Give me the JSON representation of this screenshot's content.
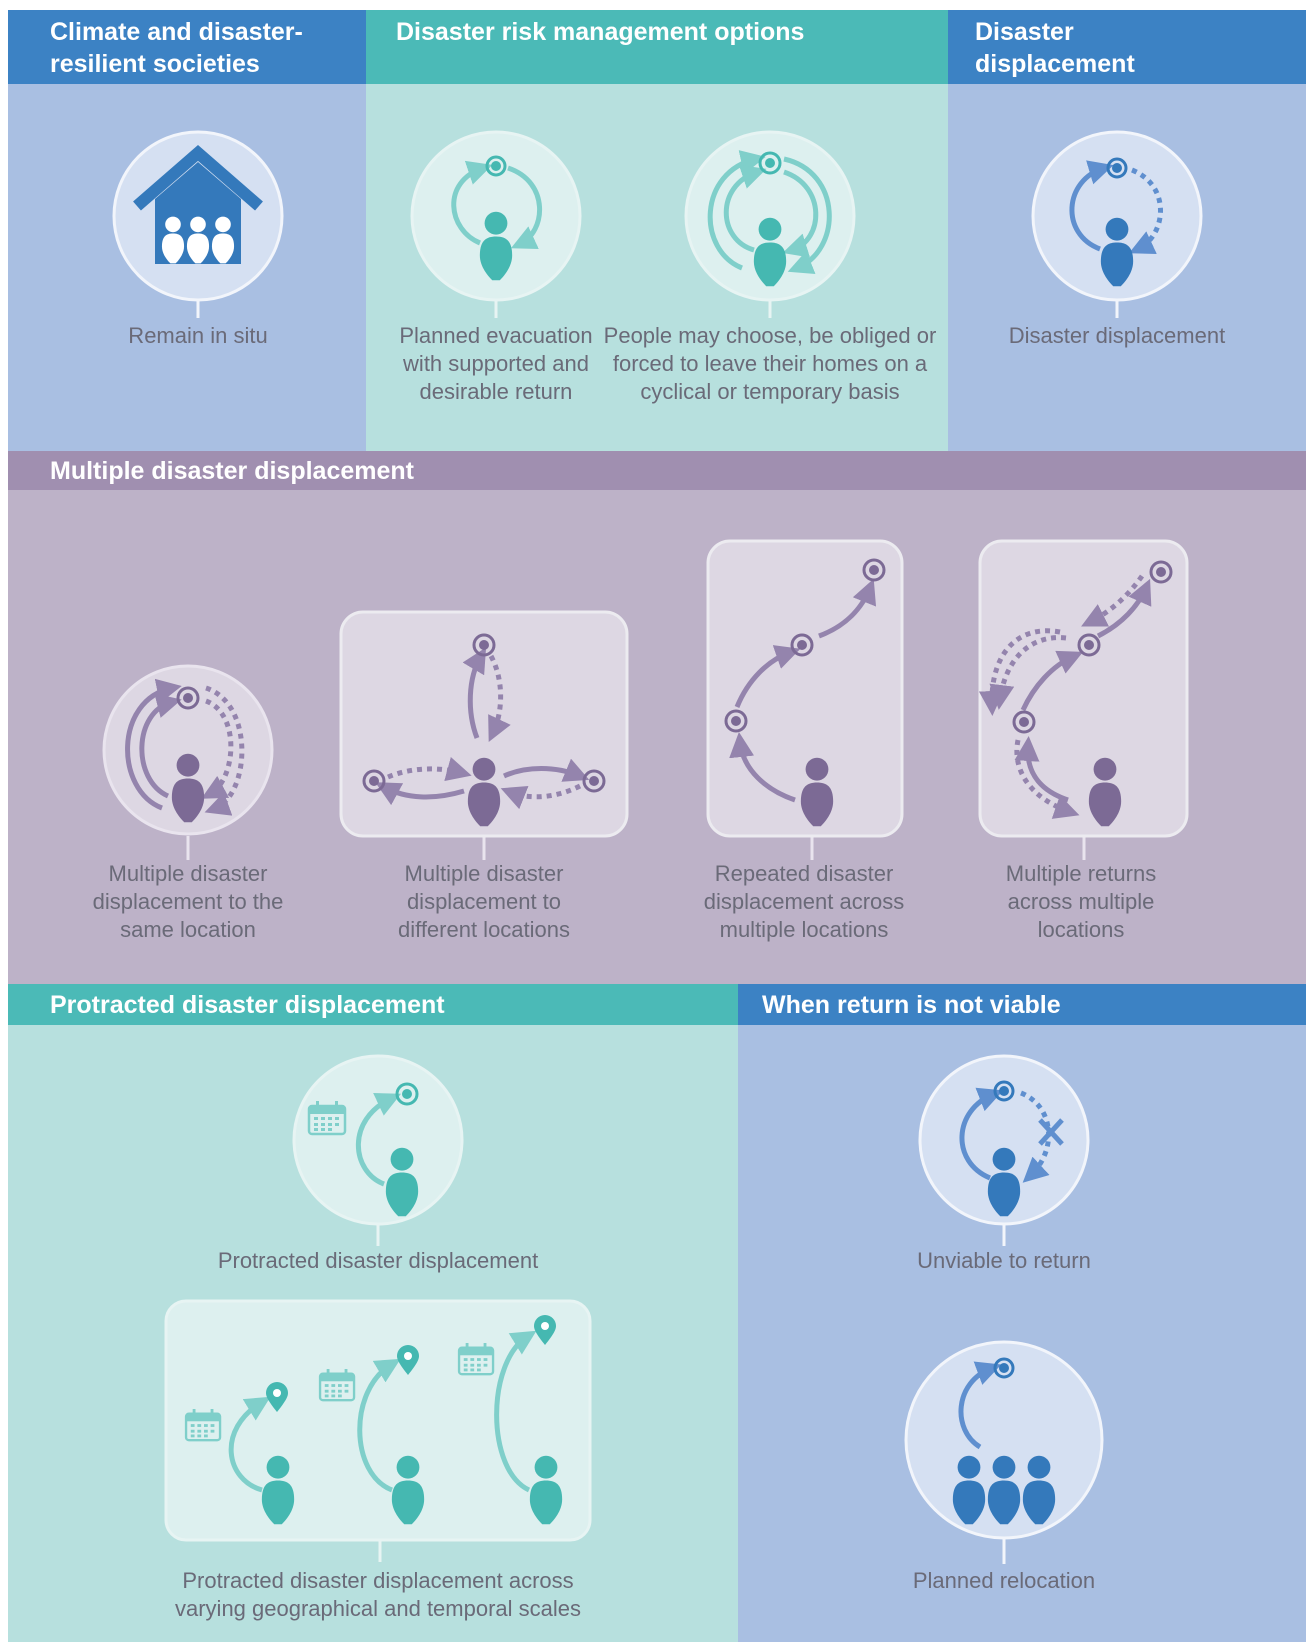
{
  "colors": {
    "blue_header": "#3c82c4",
    "blue_body": "#a9bfe2",
    "teal_header": "#4bbab7",
    "teal_body": "#b7e0de",
    "purple_header": "#a08fb0",
    "purple_body": "#bdb2c8",
    "blue_icon": "#3479bb",
    "teal_icon": "#45b8b1",
    "purple_icon": "#7c6a95",
    "label_text": "#6a6a78"
  },
  "sections": {
    "resilient": {
      "title_lines": [
        "Climate and disaster-",
        "resilient societies"
      ],
      "items": [
        {
          "icon": "house-people-icon",
          "label_lines": [
            "Remain in situ"
          ]
        }
      ]
    },
    "drm": {
      "title_lines": [
        "Disaster risk management options"
      ],
      "items": [
        {
          "icon": "evacuation-return-icon",
          "label_lines": [
            "Planned evacuation",
            "with supported and",
            "desirable return"
          ]
        },
        {
          "icon": "cyclical-movement-icon",
          "label_lines": [
            "People may choose, be obliged or",
            "forced to leave their homes on a",
            "cyclical or temporary basis"
          ]
        }
      ]
    },
    "displacement": {
      "title_lines": [
        "Disaster",
        "displacement"
      ],
      "items": [
        {
          "icon": "displacement-icon",
          "label_lines": [
            "Disaster displacement"
          ]
        }
      ]
    },
    "multiple": {
      "title_lines": [
        "Multiple disaster displacement"
      ],
      "items": [
        {
          "icon": "same-location-icon",
          "label_lines": [
            "Multiple disaster",
            "displacement to the",
            "same location"
          ]
        },
        {
          "icon": "different-locations-icon",
          "label_lines": [
            "Multiple disaster",
            "displacement to",
            "different locations"
          ]
        },
        {
          "icon": "repeated-displacement-icon",
          "label_lines": [
            "Repeated disaster",
            "displacement across",
            "multiple locations"
          ]
        },
        {
          "icon": "multiple-returns-icon",
          "label_lines": [
            "Multiple returns",
            "across multiple",
            "locations"
          ]
        }
      ]
    },
    "protracted": {
      "title_lines": [
        "Protracted disaster displacement"
      ],
      "items": [
        {
          "icon": "protracted-icon",
          "label_lines": [
            "Protracted disaster displacement"
          ]
        },
        {
          "icon": "protracted-scales-icon",
          "label_lines": [
            "Protracted disaster displacement across",
            "varying geographical and temporal scales"
          ]
        }
      ]
    },
    "not_viable": {
      "title_lines": [
        "When return is not viable"
      ],
      "items": [
        {
          "icon": "unviable-return-icon",
          "label_lines": [
            "Unviable to return"
          ]
        },
        {
          "icon": "planned-relocation-icon",
          "label_lines": [
            "Planned relocation"
          ]
        }
      ]
    }
  }
}
